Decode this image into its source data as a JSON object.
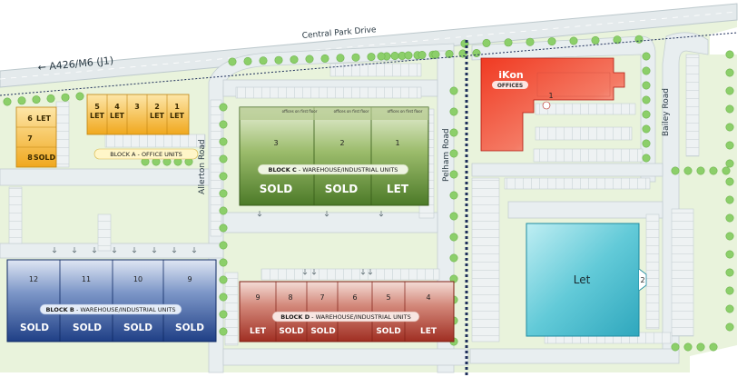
{
  "roads": {
    "central_park_drive": "Central Park Drive",
    "a426": "A426/M6 (J1)",
    "allerton_road": "Allerton Road",
    "pelham_road": "Pelham Road",
    "bailey_road": "Bailey Road"
  },
  "block_a": {
    "caption": "BLOCK A - OFFICE UNITS",
    "top_units": [
      {
        "number": "5",
        "status": "LET"
      },
      {
        "number": "4",
        "status": "LET"
      },
      {
        "number": "3",
        "status": ""
      },
      {
        "number": "2",
        "status": "LET"
      },
      {
        "number": "1",
        "status": "LET"
      }
    ],
    "left_units": [
      {
        "number": "6",
        "status": "LET"
      },
      {
        "number": "7",
        "status": ""
      },
      {
        "number": "8",
        "status": "SOLD"
      }
    ]
  },
  "block_b": {
    "caption_bold": "BLOCK B",
    "caption_rest": " - WAREHOUSE/INDUSTRIAL UNITS",
    "units": [
      {
        "number": "12",
        "status": "SOLD"
      },
      {
        "number": "11",
        "status": "SOLD"
      },
      {
        "number": "10",
        "status": "SOLD"
      },
      {
        "number": "9",
        "status": "SOLD"
      }
    ]
  },
  "block_c": {
    "caption_bold": "BLOCK C",
    "caption_rest": " - WAREHOUSE/INDUSTRIAL UNITS",
    "office_note": "offices on first floor",
    "units": [
      {
        "number": "3",
        "status": "SOLD"
      },
      {
        "number": "2",
        "status": "SOLD"
      },
      {
        "number": "1",
        "status": "LET"
      }
    ]
  },
  "block_d": {
    "caption_bold": "BLOCK D",
    "caption_rest": " - WAREHOUSE/INDUSTRIAL UNITS",
    "units": [
      {
        "number": "9",
        "status": "LET"
      },
      {
        "number": "8",
        "status": "SOLD"
      },
      {
        "number": "7",
        "status": "SOLD"
      },
      {
        "number": "6",
        "status": ""
      },
      {
        "number": "5",
        "status": "SOLD"
      },
      {
        "number": "4",
        "status": "LET"
      }
    ]
  },
  "ikon": {
    "name": "iKon",
    "label": "OFFICES",
    "unit": "1"
  },
  "large_unit": {
    "status": "Let",
    "number": "2"
  },
  "colors": {
    "block_a": "#f4b43a",
    "block_b": "#2c4f95",
    "block_c": "#5c8a34",
    "block_d": "#b43c2e",
    "ikon": "#e0261c",
    "large_unit": "#46c3d2",
    "tree": "#8ccf6a",
    "road": "#e6ecee",
    "boundary": "#1d2e5a"
  }
}
